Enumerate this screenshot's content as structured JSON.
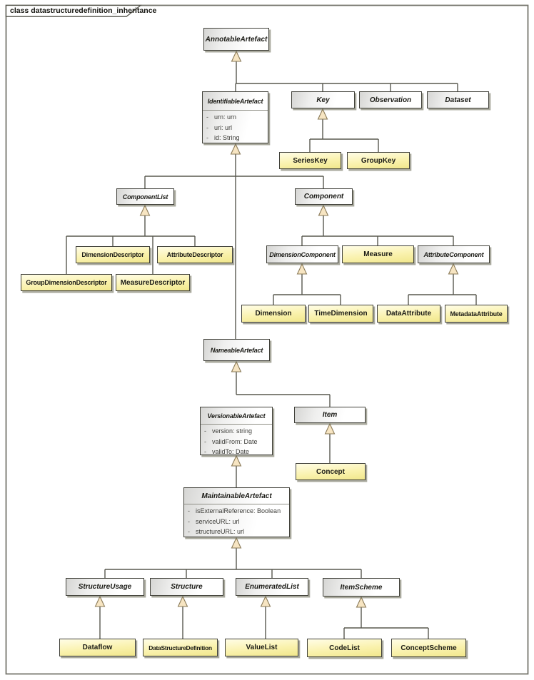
{
  "frame": {
    "title": "class datastructuredefinition_inheritance"
  },
  "colors": {
    "box_border": "#41413a",
    "abstract_fill_start": "#d6d6d4",
    "abstract_fill_end": "#ffffff",
    "leaf_fill_start": "#fffde6",
    "leaf_fill_end": "#f1e78c",
    "connector": "#58584f",
    "triangle_fill": "#f7e5c2",
    "triangle_border": "#8a7a58",
    "shadow": "rgba(98,98,76,0.55)"
  },
  "classes": {
    "annotable": {
      "name": "AnnotableArtefact"
    },
    "identifiable": {
      "name": "IdentifiableArtefact",
      "attrs": [
        {
          "vis": "-",
          "text": "urn: urn"
        },
        {
          "vis": "-",
          "text": "uri: url"
        },
        {
          "vis": "-",
          "text": "id: String"
        }
      ]
    },
    "key": {
      "name": "Key"
    },
    "observation": {
      "name": "Observation"
    },
    "dataset": {
      "name": "Dataset"
    },
    "serieskey": {
      "name": "SeriesKey"
    },
    "groupkey": {
      "name": "GroupKey"
    },
    "componentlist": {
      "name": "ComponentList"
    },
    "component": {
      "name": "Component"
    },
    "dimensiondescriptor": {
      "name": "DimensionDescriptor"
    },
    "attributedescriptor": {
      "name": "AttributeDescriptor"
    },
    "groupdimensiondescriptor": {
      "name": "GroupDimensionDescriptor"
    },
    "measuredescriptor": {
      "name": "MeasureDescriptor"
    },
    "dimensioncomponent": {
      "name": "DimensionComponent"
    },
    "measure": {
      "name": "Measure"
    },
    "attributecomponent": {
      "name": "AttributeComponent"
    },
    "dimension": {
      "name": "Dimension"
    },
    "timedimension": {
      "name": "TimeDimension"
    },
    "dataattribute": {
      "name": "DataAttribute"
    },
    "metadataattribute": {
      "name": "MetadataAttribute"
    },
    "nameable": {
      "name": "NameableArtefact"
    },
    "versionable": {
      "name": "VersionableArtefact",
      "attrs": [
        {
          "vis": "-",
          "text": "version: string"
        },
        {
          "vis": "-",
          "text": "validFrom: Date"
        },
        {
          "vis": "-",
          "text": "validTo: Date"
        }
      ]
    },
    "item": {
      "name": "Item"
    },
    "concept": {
      "name": "Concept"
    },
    "maintainable": {
      "name": "MaintainableArtefact",
      "attrs": [
        {
          "vis": "-",
          "text": "isExternalReference: Boolean"
        },
        {
          "vis": "-",
          "text": "serviceURL: url"
        },
        {
          "vis": "-",
          "text": "structureURL: url"
        }
      ]
    },
    "structureusage": {
      "name": "StructureUsage"
    },
    "structure": {
      "name": "Structure"
    },
    "enumeratedlist": {
      "name": "EnumeratedList"
    },
    "itemscheme": {
      "name": "ItemScheme"
    },
    "dataflow": {
      "name": "Dataflow"
    },
    "datastructuredefinition": {
      "name": "DataStructureDefinition"
    },
    "valuelist": {
      "name": "ValueList"
    },
    "codelist": {
      "name": "CodeList"
    },
    "conceptscheme": {
      "name": "ConceptScheme"
    }
  }
}
